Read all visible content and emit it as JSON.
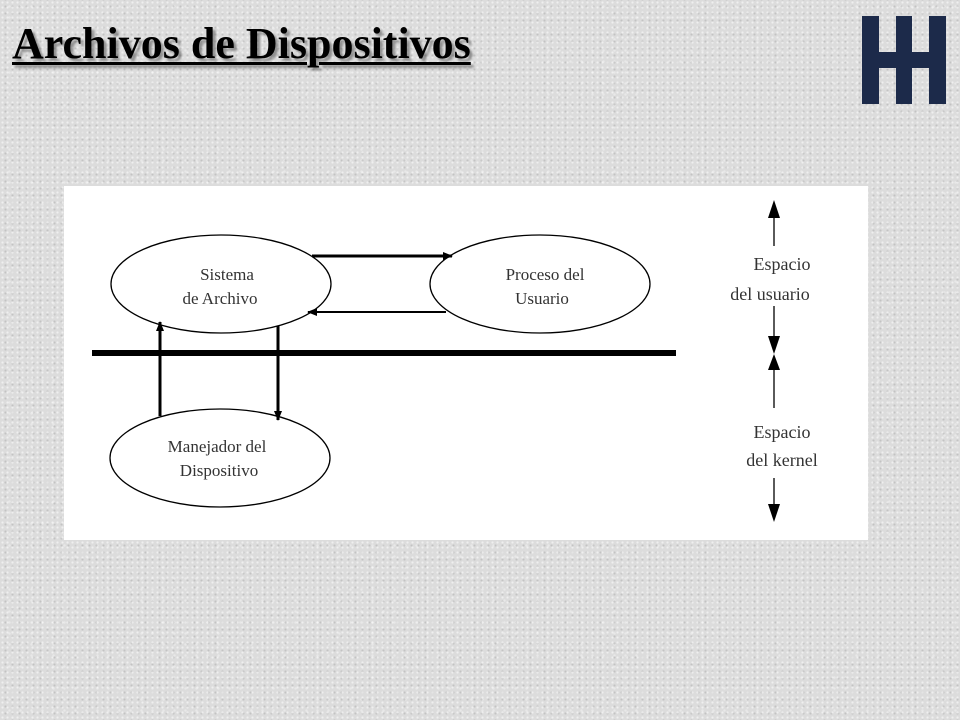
{
  "title": "Archivos de Dispositivos",
  "logo": {
    "icon": "utn-logo-icon",
    "color": "#1c2a4a"
  },
  "diagram": {
    "nodes": {
      "filesystem": {
        "lines": [
          "Sistema",
          "de Archivo"
        ]
      },
      "user_process": {
        "lines": [
          "Proceso del",
          "Usuario"
        ]
      },
      "device_driver": {
        "lines": [
          "Manejador del",
          "Dispositivo"
        ]
      }
    },
    "spaces": {
      "user": {
        "lines": [
          "Espacio",
          "del usuario"
        ]
      },
      "kernel": {
        "lines": [
          "Espacio",
          "del kernel"
        ]
      }
    },
    "line_color": "#000000",
    "text_color": "#333333"
  }
}
